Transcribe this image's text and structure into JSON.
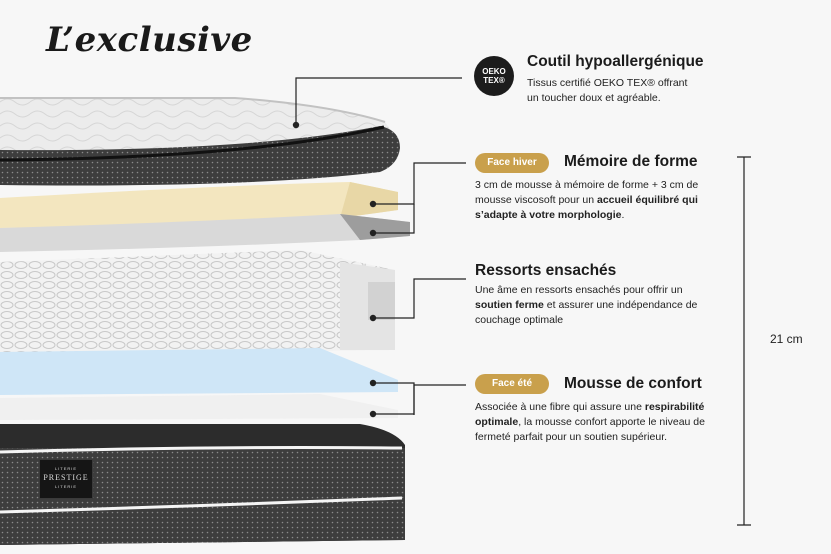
{
  "title": "L’exclusive",
  "features": {
    "coutil": {
      "heading": "Coutil hypoallergénique",
      "badge_line1": "OEKO",
      "badge_line2": "TEX®",
      "text": "Tissus certifié OEKO TEX® offrant un toucher doux et agréable."
    },
    "memoire": {
      "pill": "Face hiver",
      "heading": "Mémoire de forme",
      "text_a": "3 cm de mousse à mémoire de forme + 3 cm de mousse viscosoft pour un ",
      "text_bold": "accueil équilibré qui s’adapte à votre morphologie",
      "text_c": "."
    },
    "ressorts": {
      "heading": "Ressorts ensachés",
      "text_a": "Une âme en ressorts ensachés pour offrir un ",
      "text_bold": "soutien ferme",
      "text_c": " et assurer une indépendance de couchage optimale"
    },
    "mousse": {
      "pill": "Face été",
      "heading": "Mousse de confort",
      "text_a": "Associée à une fibre qui assure une ",
      "text_bold": "respirabilité optimale",
      "text_c": ", la mousse confort apporte le niveau de fermeté parfait pour un soutien supérieur."
    }
  },
  "height_label": "21 cm",
  "brand_label": {
    "top": "LITERIE",
    "name": "PRESTIGE",
    "bottom": "LITERIE"
  },
  "colors": {
    "accent_gold": "#c9a04c",
    "dark": "#1c1c1c",
    "foam_yellow": "#f3e6bf",
    "foam_blue": "#cfe6f7"
  },
  "icons": {
    "leader_dot": "bullet",
    "bracket": "vertical-bracket"
  }
}
